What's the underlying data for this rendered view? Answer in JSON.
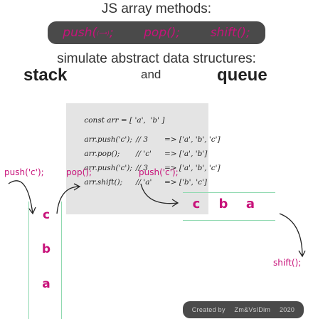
{
  "heading": "JS array methods:",
  "methods": {
    "push": "push(",
    "push_arg": "(⟶)",
    "pop": "pop();",
    "shift": "shift();"
  },
  "subtitle": "simulate abstract data structures:",
  "words": {
    "stack": "stack",
    "and": "and",
    "queue": "queue"
  },
  "code": {
    "lines": [
      {
        "c1": "const arr = [ 'a',  'b' ]",
        "c2": "",
        "c3": ""
      },
      {
        "c1": "arr.push('c');",
        "c2": "// 3",
        "c3": "=> ['a', 'b', 'c']"
      },
      {
        "c1": "arr.pop();",
        "c2": "// 'c'",
        "c3": "=> ['a', 'b']"
      },
      {
        "c1": "arr.push('c');",
        "c2": "// 3",
        "c3": "=> ['a', 'b', 'c']"
      },
      {
        "c1": "arr.shift();",
        "c2": "// 'a'",
        "c3": "=> ['b', 'c']"
      }
    ]
  },
  "labels": {
    "push_left": "push('c');",
    "pop_left": "pop();",
    "push_right": "push('c');",
    "shift_right": "shift();"
  },
  "stack_cells": [
    "c",
    "b",
    "a"
  ],
  "queue_cells": [
    "c",
    "b",
    "a"
  ],
  "footer": {
    "created_by": "Created by",
    "author": "Zm&VsIDim",
    "year": "2020"
  },
  "colors": {
    "accent": "#c8127a",
    "pill": "#4a4a4a",
    "code_bg": "#e4e4e4",
    "cell_border": "#8fd9b0"
  }
}
